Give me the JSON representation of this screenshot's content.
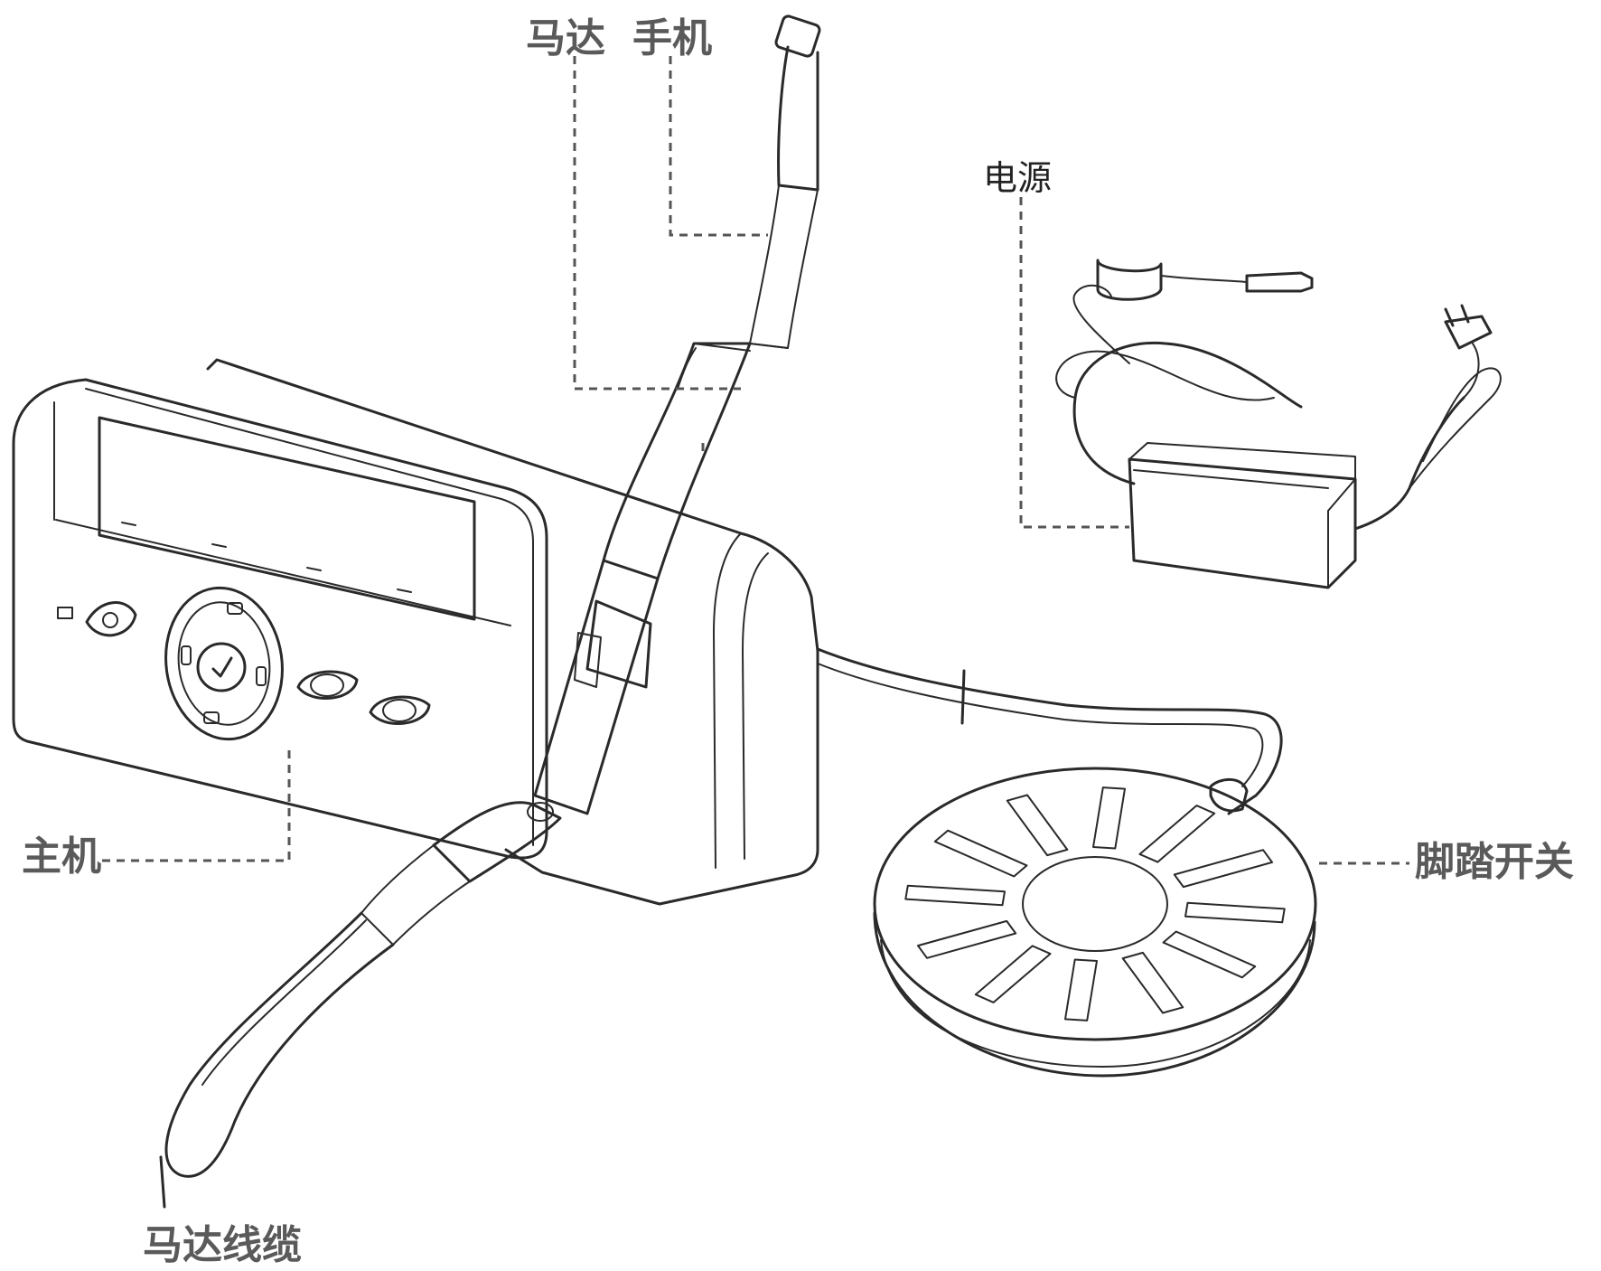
{
  "labels": {
    "motor": "马达",
    "handpiece": "手机",
    "power_supply": "电源",
    "main_unit": "主机",
    "foot_switch": "脚踏开关",
    "motor_cable": "马达线缆"
  },
  "colors": {
    "line": "#2a2a2a",
    "leader": "#555555",
    "label_gray": "#5a5a5a",
    "background": "#ffffff"
  }
}
